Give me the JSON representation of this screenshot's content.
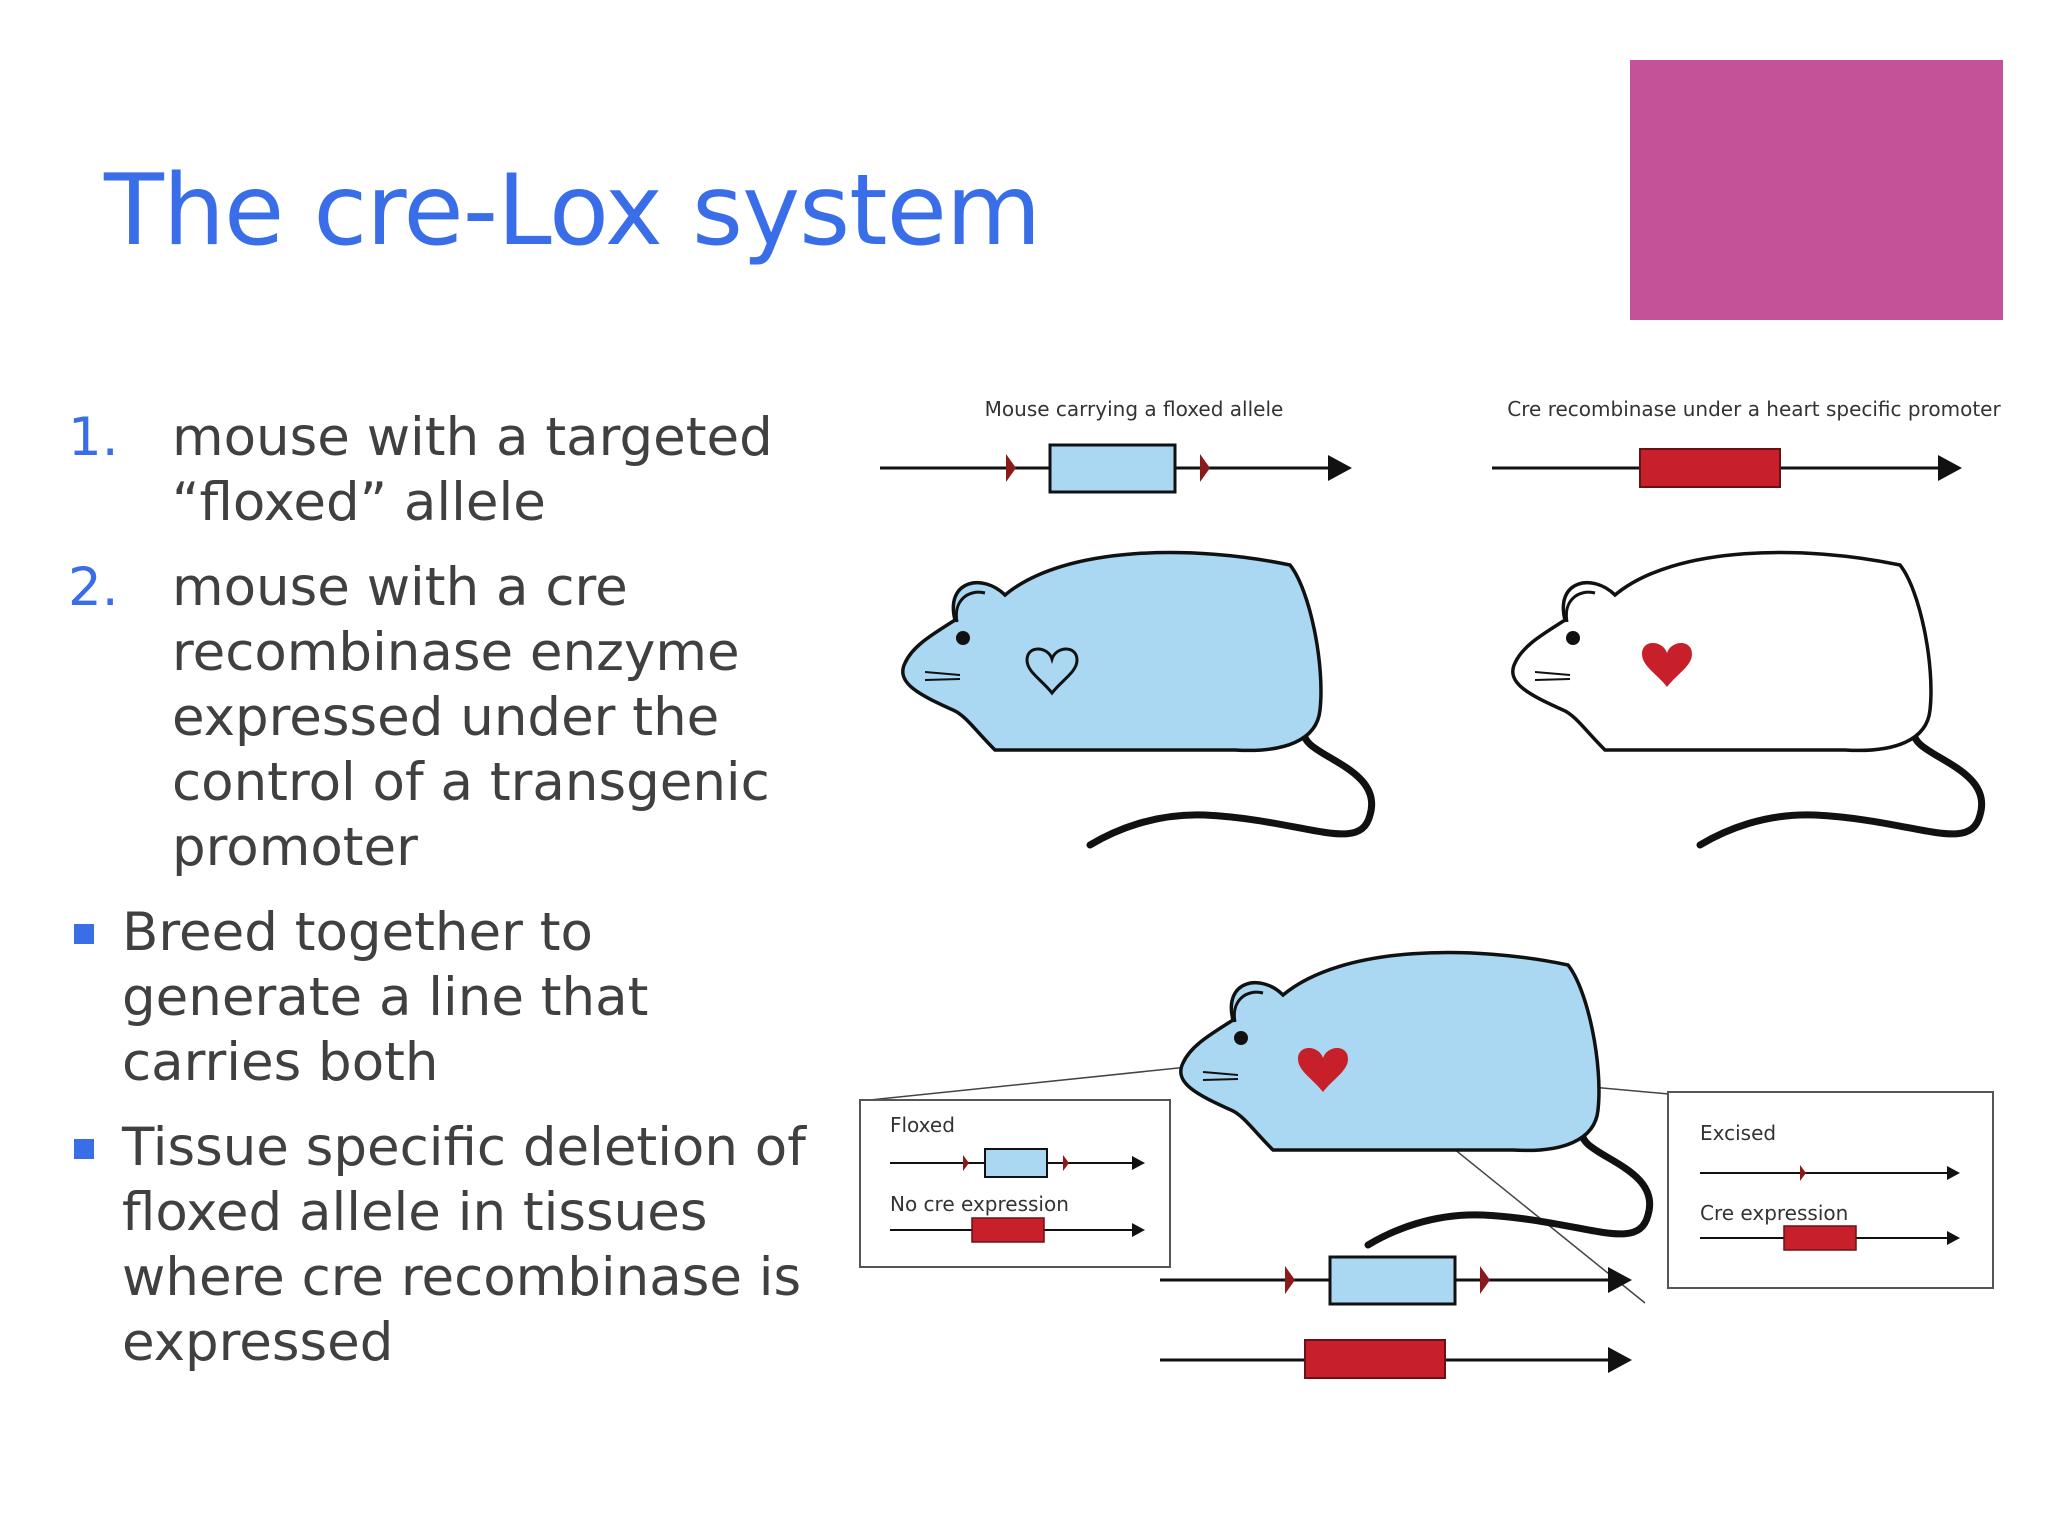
{
  "slide": {
    "title": "The cre-Lox system",
    "colors": {
      "title": "#3a6ee8",
      "accent_box": "#c45298",
      "bullet_marker": "#3a6ee8",
      "text": "#404040"
    }
  },
  "list": {
    "numbered": [
      {
        "marker": "1.",
        "lines": [
          "mouse with a targeted",
          "“floxed” allele"
        ]
      },
      {
        "marker": "2.",
        "lines": [
          "mouse with a cre",
          "recombinase enzyme",
          "expressed under the",
          "control of a transgenic",
          "promoter"
        ]
      }
    ],
    "bullets": [
      {
        "lines": [
          "Breed together to",
          "generate a line that",
          "carries both"
        ]
      },
      {
        "lines": [
          "Tissue specific deletion of",
          "floxed allele in tissues",
          "where cre recombinase is",
          "expressed"
        ]
      }
    ]
  },
  "diagram": {
    "colors": {
      "mouse_blue": "#aad8f2",
      "cre_red": "#c8202a",
      "line": "#111111",
      "lox_site": "#8b1a1a"
    },
    "panel_top_left": {
      "caption": "Mouse carrying a floxed allele"
    },
    "panel_top_right": {
      "caption": "Cre recombinase under a heart specific promoter"
    },
    "inset_left": {
      "row1_label": "Floxed",
      "row2_label": "No cre expression"
    },
    "inset_right": {
      "row1_label": "Excised",
      "row2_label": "Cre expression"
    }
  }
}
